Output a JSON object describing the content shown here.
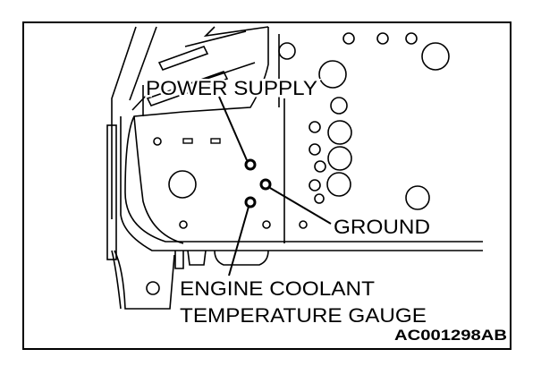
{
  "labels": {
    "power_supply": "POWER SUPPLY",
    "ground": "GROUND",
    "engine_coolant_line1": "ENGINE COOLANT",
    "engine_coolant_line2": "TEMPERATURE GAUGE",
    "figure_code": "AC001298AB"
  }
}
